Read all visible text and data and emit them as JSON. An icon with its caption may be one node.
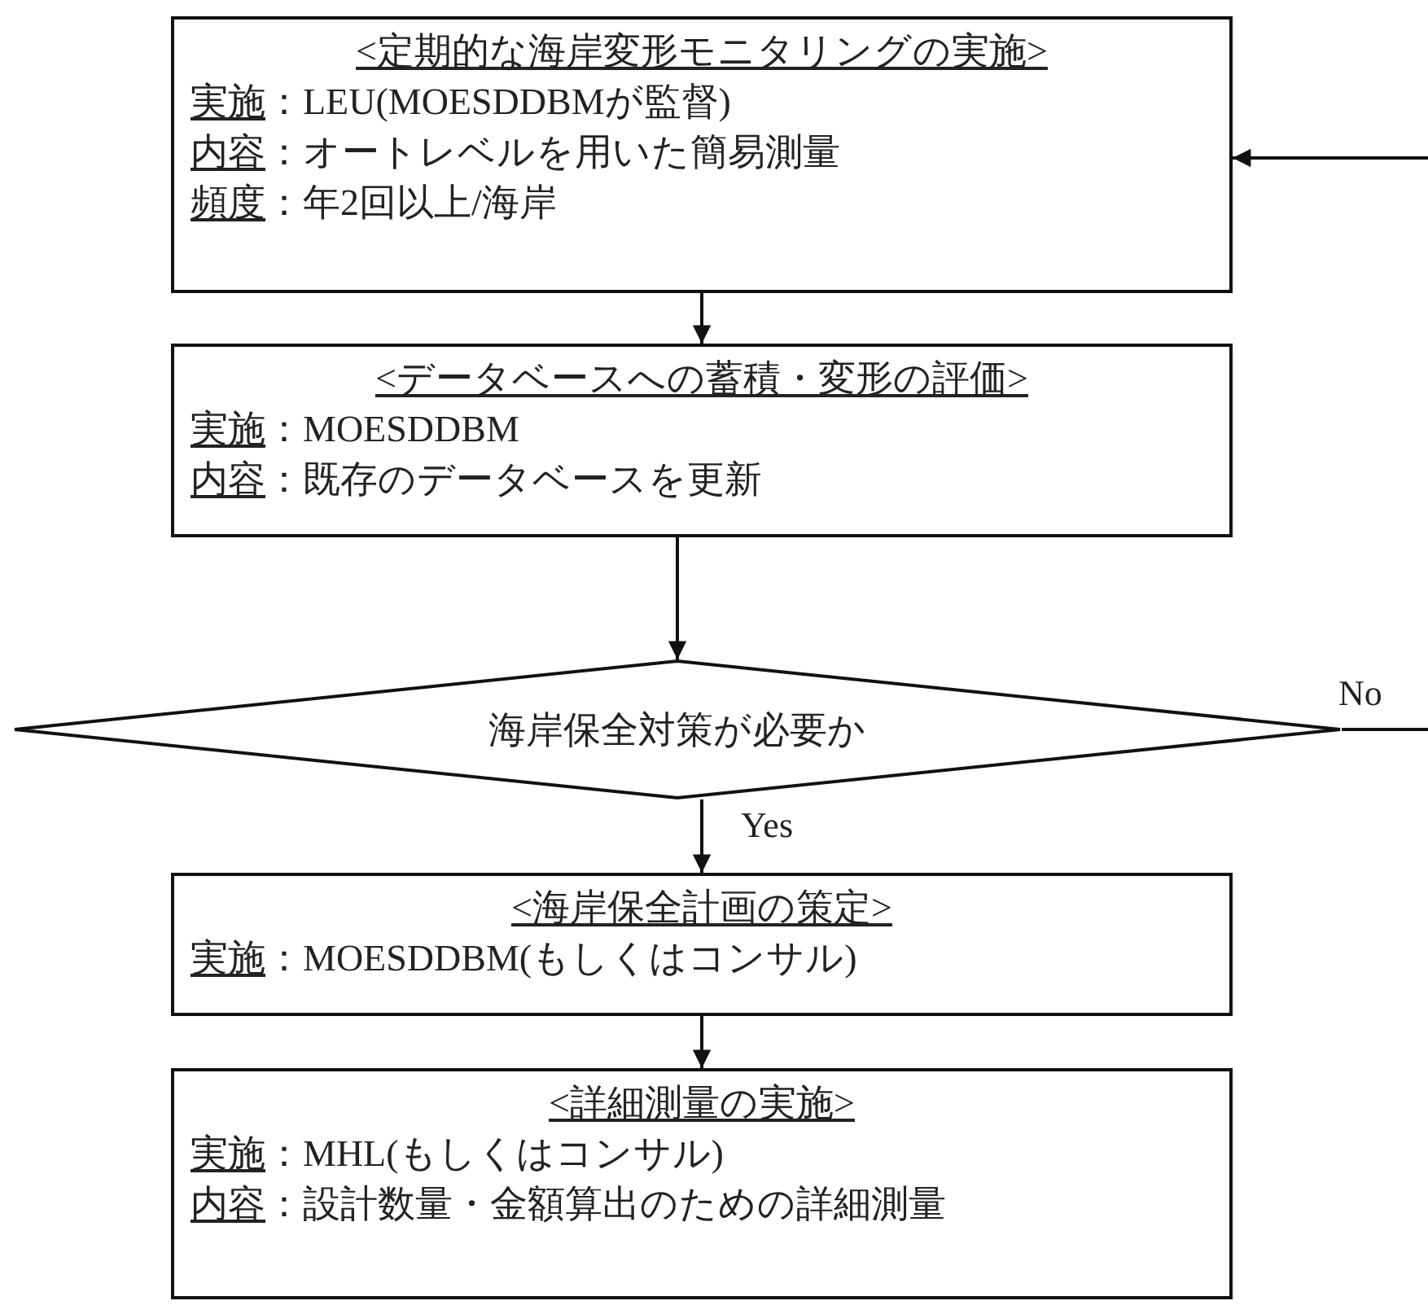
{
  "diagram": {
    "nodes": [
      {
        "text": [
          "<定期的な海岸変形モニタリングの実施>",
          "実施",
          "：LEU(MOESDDBMが監督)",
          "内容",
          "：オートレベルを用いた簡易測量",
          "頻度",
          "：年2回以上/海岸"
        ]
      },
      {
        "text": [
          "<データベースへの蓄積・変形の評価>",
          "実施",
          "：MOESDDBM",
          "内容",
          "：既存のデータベースを更新"
        ]
      },
      {
        "text": [
          "海岸保全対策が必要か"
        ]
      },
      {
        "text": [
          "<海岸保全計画の策定>",
          "実施",
          "：MOESDDBM(もしくはコンサル)"
        ]
      },
      {
        "text": [
          "<詳細測量の実施>",
          "実施",
          "：MHL(もしくはコンサル)",
          "内容",
          "：設計数量・金額算出のための詳細測量"
        ]
      }
    ],
    "edges": [
      {
        "from": 0,
        "to": 1,
        "arrow": "to"
      },
      {
        "from": 1,
        "to": 2,
        "arrow": "to"
      },
      {
        "from": 2,
        "to": 3,
        "arrow": "to",
        "label": "Yes"
      },
      {
        "from": 2,
        "to": null,
        "arrow": "none",
        "label": "No"
      },
      {
        "from": null,
        "to": 0,
        "arrow": "to"
      },
      {
        "from": 3,
        "to": 4,
        "arrow": "to"
      }
    ]
  }
}
